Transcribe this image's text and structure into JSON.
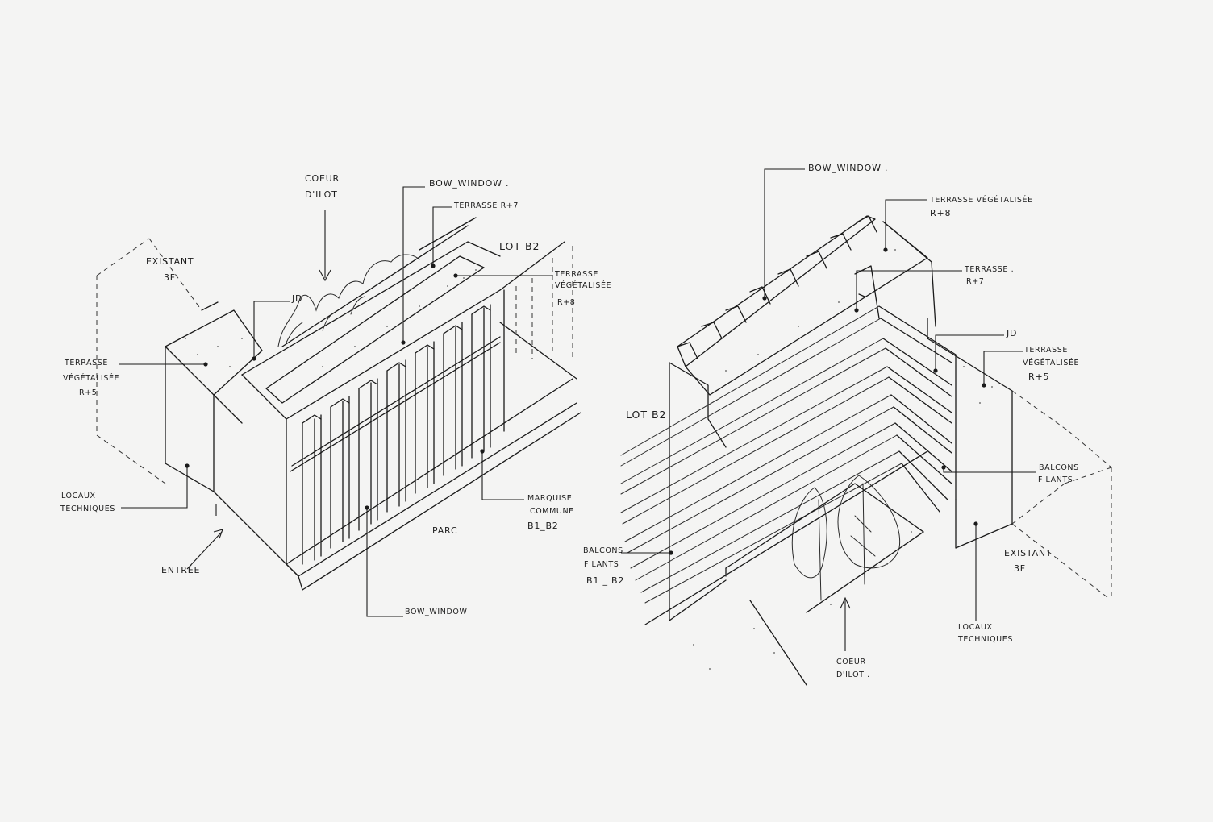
{
  "left_drawing": {
    "coeur_line1": "COEUR",
    "coeur_line2": "D'ILOT",
    "bow_window_top": "BOW_WINDOW .",
    "terrasse_r7": "TERRASSE R+7",
    "lot_b2": "LOT B2",
    "terrasse_veg_r8_line1": "TERRASSE",
    "terrasse_veg_r8_line2": "VÉGÉTALISÉE",
    "terrasse_veg_r8_line3": "R+8",
    "existant_line1": "EXISTANT",
    "existant_line2": "3F",
    "jd": "JD",
    "terrasse_veg_r5_line1": "TERRASSE",
    "terrasse_veg_r5_line2": "VÉGÉTALISÉE",
    "terrasse_veg_r5_line3": "R+5",
    "locaux_line1": "LOCAUX",
    "locaux_line2": "TECHNIQUES",
    "entree": "ENTRÉE",
    "parc": "PARC",
    "marquise_line1": "MARQUISE",
    "marquise_line2": "COMMUNE",
    "marquise_line3": "B1_B2",
    "bow_window_bottom": "BOW_WINDOW"
  },
  "right_drawing": {
    "bow_window": "BOW_WINDOW .",
    "terrasse_veg_r8_line1": "TERRASSE VÉGÉTALISÉE",
    "terrasse_veg_r8_line2": "R+8",
    "terrasse_r7_line1": "TERRASSE .",
    "terrasse_r7_line2": "R+7",
    "jd": "JD",
    "terrasse_veg_r5_line1": "TERRASSE",
    "terrasse_veg_r5_line2": "VÉGÉTALISÉE",
    "terrasse_veg_r5_line3": "R+5",
    "lot_b2": "LOT B2",
    "balcons_right_line1": "BALCONS",
    "balcons_right_line2": "FILANTS",
    "balcons_left_line1": "BALCONS",
    "balcons_left_line2": "FILANTS",
    "balcons_left_line3": "B1 _ B2",
    "existant_line1": "EXISTANT",
    "existant_line2": "3F",
    "locaux_line1": "LOCAUX",
    "locaux_line2": "TECHNIQUES",
    "coeur_line1": "COEUR",
    "coeur_line2": "D'ILOT ."
  },
  "colors": {
    "background": "#f4f4f3",
    "ink": "#1a1a1a"
  }
}
